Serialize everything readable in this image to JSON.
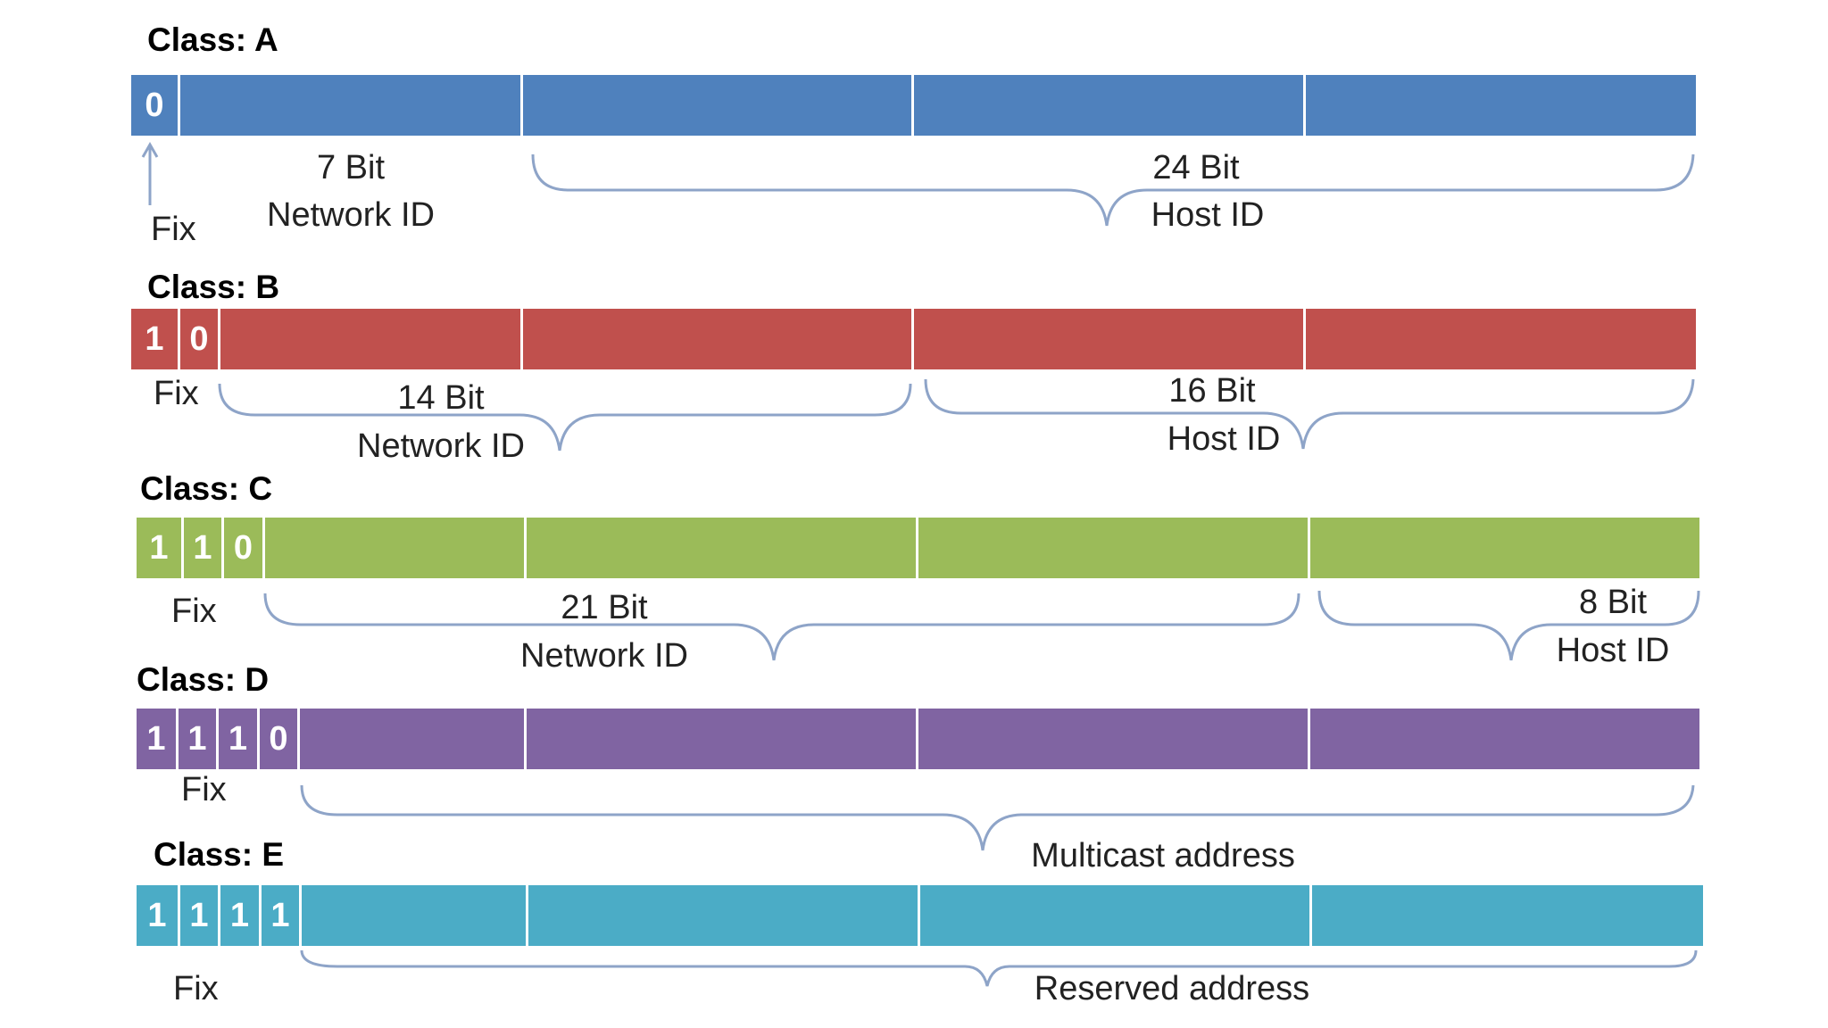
{
  "colors": {
    "class_a": "#4f81bd",
    "class_b": "#c0504d",
    "class_c": "#9bbb59",
    "class_d": "#8064a2",
    "class_e": "#4bacc6",
    "brace": "#8ea4c8"
  },
  "classes": [
    {
      "id": "a",
      "title": "Class: A",
      "fixed_bits": [
        "0"
      ],
      "fix_label": "Fix",
      "fields": [
        {
          "bits_label": "7 Bit",
          "name": "Network ID"
        },
        {
          "bits_label": "24 Bit",
          "name": "Host ID"
        }
      ]
    },
    {
      "id": "b",
      "title": "Class: B",
      "fixed_bits": [
        "1",
        "0"
      ],
      "fix_label": "Fix",
      "fields": [
        {
          "bits_label": "14 Bit",
          "name": "Network ID"
        },
        {
          "bits_label": "16 Bit",
          "name": "Host ID"
        }
      ]
    },
    {
      "id": "c",
      "title": "Class: C",
      "fixed_bits": [
        "1",
        "1",
        "0"
      ],
      "fix_label": "Fix",
      "fields": [
        {
          "bits_label": "21 Bit",
          "name": "Network ID"
        },
        {
          "bits_label": "8 Bit",
          "name": "Host ID"
        }
      ]
    },
    {
      "id": "d",
      "title": "Class: D",
      "fixed_bits": [
        "1",
        "1",
        "1",
        "0"
      ],
      "fix_label": "Fix",
      "fields": [
        {
          "bits_label": "",
          "name": "Multicast address"
        }
      ]
    },
    {
      "id": "e",
      "title": "Class: E",
      "fixed_bits": [
        "1",
        "1",
        "1",
        "1"
      ],
      "fix_label": "Fix",
      "fields": [
        {
          "bits_label": "",
          "name": "Reserved address"
        }
      ]
    }
  ]
}
